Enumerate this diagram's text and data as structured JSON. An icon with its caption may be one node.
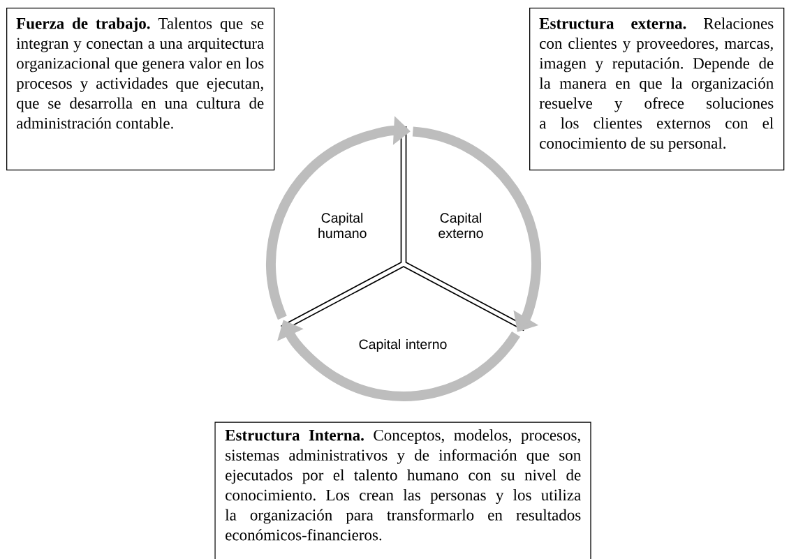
{
  "diagram": {
    "nodes": [
      {
        "text": [
          "**Fuerza de trabajo.** Talentos que se integran y conectan a una arquitectura organizacional que genera valor en los procesos y actividades que ejecutan, que se desarrolla en una cultura de administración contable."
        ]
      },
      {
        "text": [
          "**Estructura externa.** Relaciones con clientes y proveedores, marcas, imagen y reputación. Depende de la manera en que la organización resuelve y ofrece soluciones a los clientes externos con el conocimiento de su personal."
        ]
      },
      {
        "text": [
          "Capital humano"
        ]
      },
      {
        "text": [
          "Capital externo"
        ]
      },
      {
        "text": [
          "Capital interno"
        ]
      },
      {
        "text": [
          "**Estructura Interna.** Conceptos, modelos, procesos, sistemas administrativos y de información que son ejecutados por el talento humano con su nivel de conocimiento. Los crean las personas y los utiliza la organización para transformarlo en resultados económicos-financieros."
        ]
      }
    ]
  }
}
